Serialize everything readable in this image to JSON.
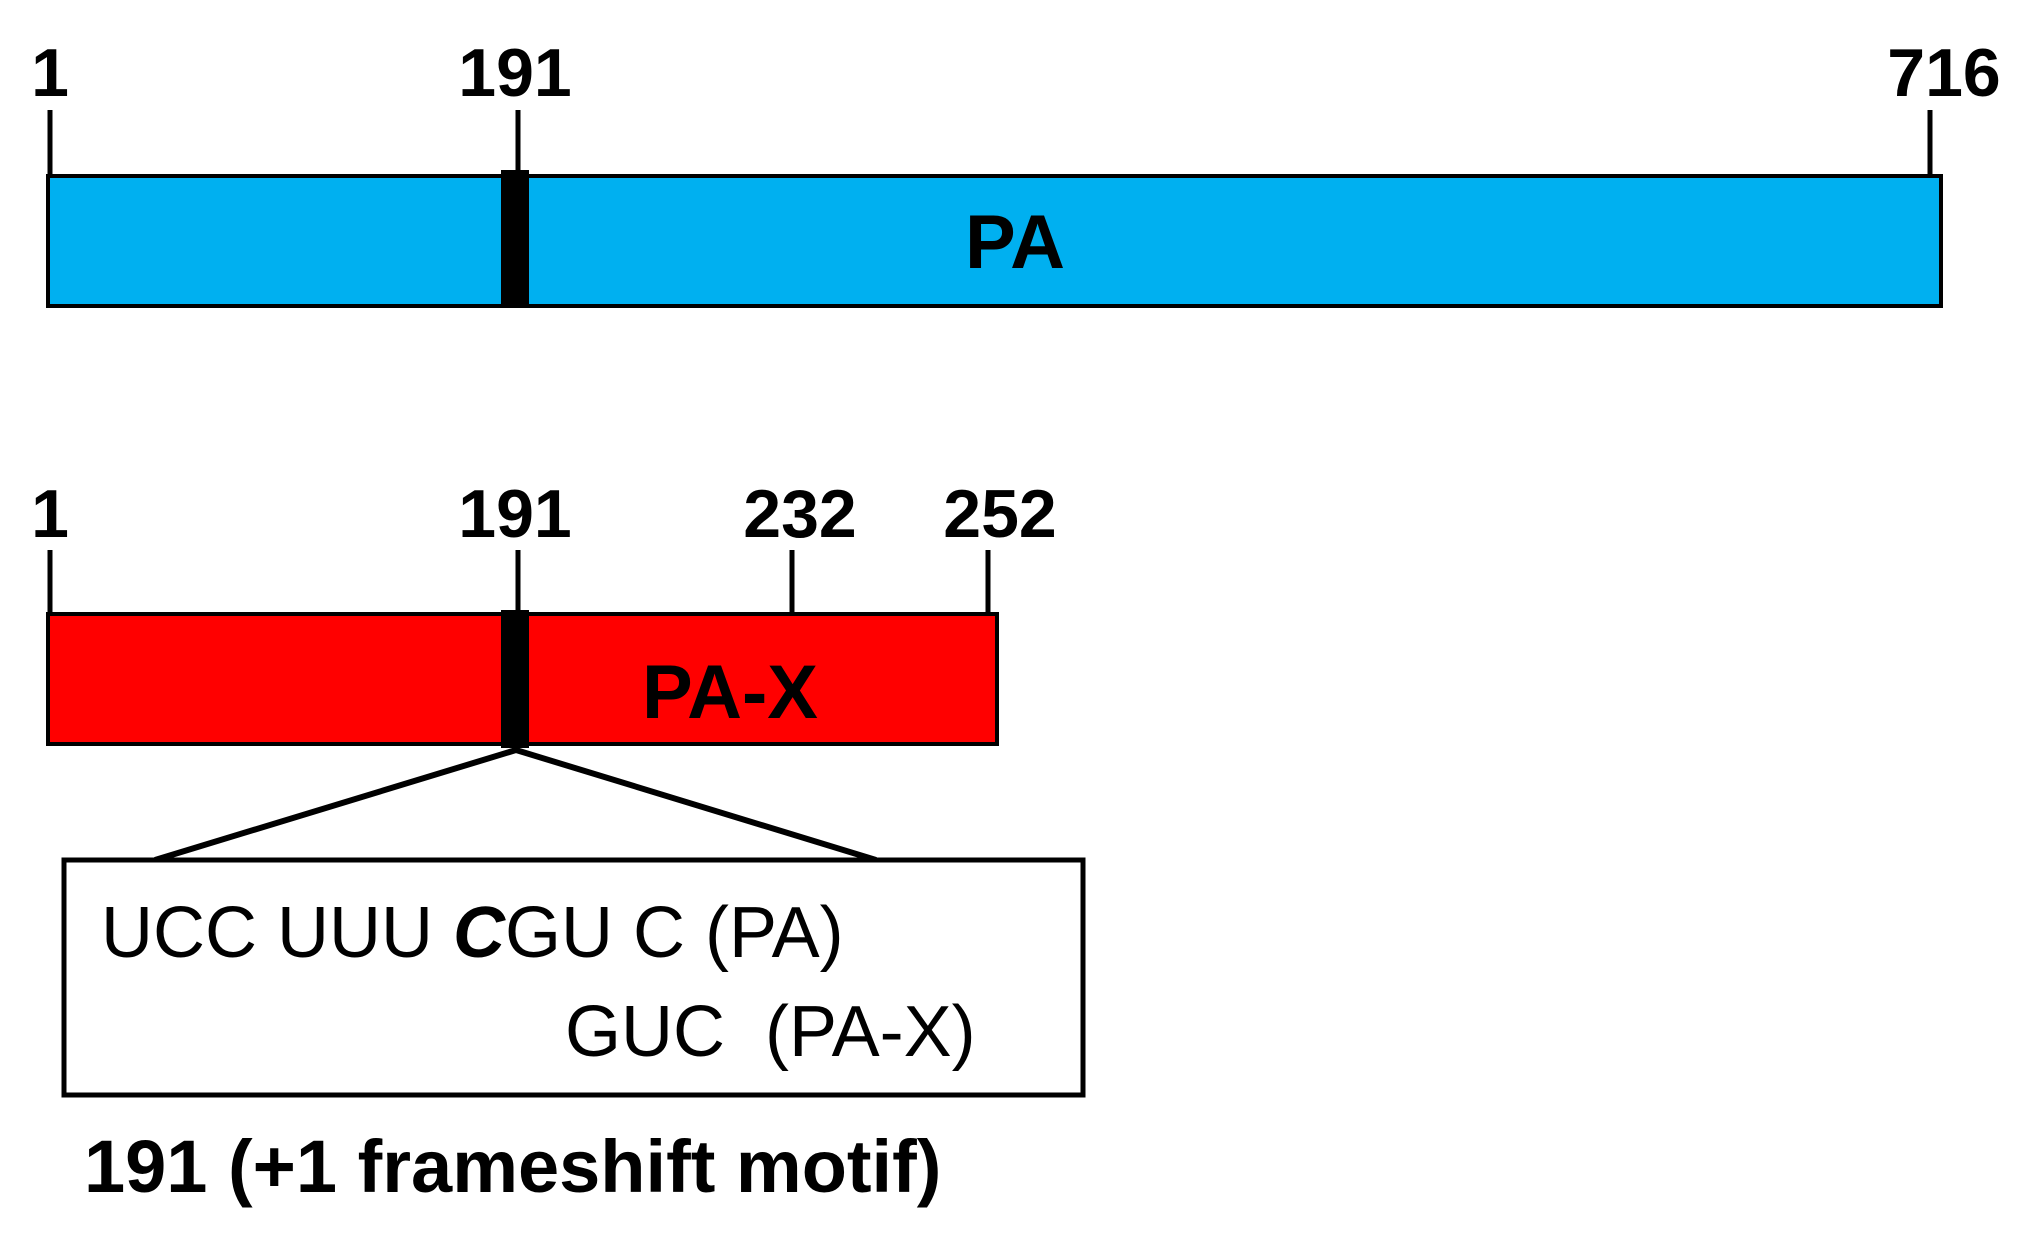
{
  "pa": {
    "label": "PA",
    "color": "#00b0f0",
    "ticks": [
      "1",
      "191",
      "716"
    ]
  },
  "pax": {
    "label": "PA-X",
    "color": "#ff0000",
    "ticks": [
      "1",
      "191",
      "232",
      "252"
    ]
  },
  "motif": {
    "line1": {
      "before": "UCC UUU ",
      "italic": "C",
      "after": "GU C (PA)"
    },
    "line2": "GUC  (PA-X)",
    "caption": "191 (+1 frameshift motif)"
  },
  "colors": {
    "frameshift_marker": "#000000",
    "outline": "#000000"
  }
}
